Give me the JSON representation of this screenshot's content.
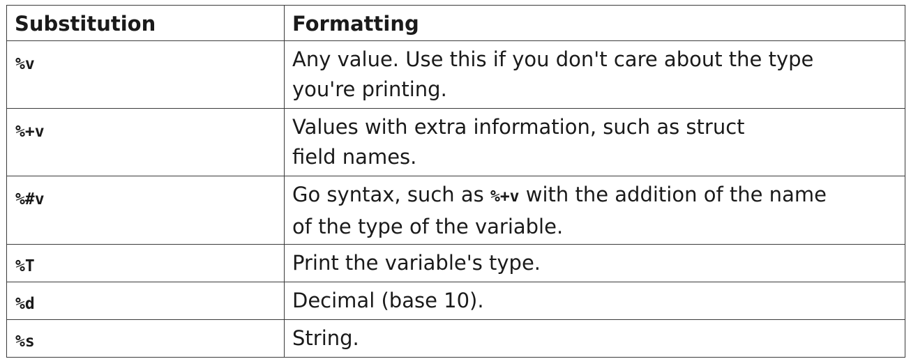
{
  "table": {
    "headers": {
      "substitution": "Substitution",
      "formatting": "Formatting"
    },
    "rows": [
      {
        "substitution": "%v",
        "formatting": {
          "line1": "Any value. Use this if you don't care about the type",
          "line2": "you're printing."
        }
      },
      {
        "substitution": "%+v",
        "formatting": {
          "line1": "Values with extra information, such as struct",
          "line2": "field names."
        }
      },
      {
        "substitution": "%#v",
        "formatting": {
          "prefix": "Go syntax, such as ",
          "code": "%+v",
          "suffix": " with the addition of the name",
          "line2": "of the type of the variable."
        }
      },
      {
        "substitution": "%T",
        "formatting": {
          "line1": "Print the variable's type."
        }
      },
      {
        "substitution": "%d",
        "formatting": {
          "line1": "Decimal (base 10)."
        }
      },
      {
        "substitution": "%s",
        "formatting": {
          "line1": "String."
        }
      }
    ]
  }
}
